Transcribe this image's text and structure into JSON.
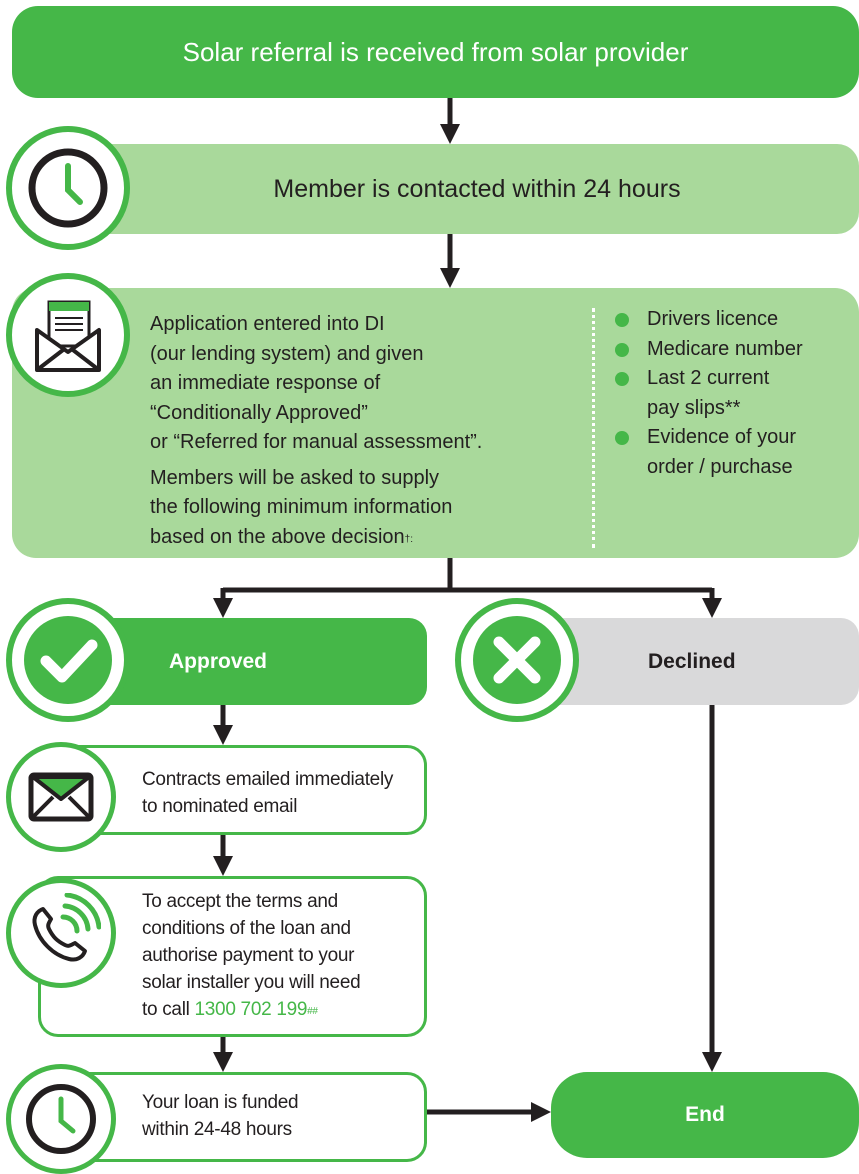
{
  "steps": {
    "received": "Solar referral is received from solar provider",
    "contacted": "Member is contacted within 24 hours",
    "application": {
      "line1": "Application entered into DI",
      "line2": "(our lending system) and given",
      "line3": "an immediate response of",
      "line4": "“Conditionally Approved”",
      "line5": "or “Referred for manual assessment”.",
      "line6": "Members will be asked to supply",
      "line7": "the following minimum information",
      "line8": "based on the above decision",
      "line8_mark": "†:"
    },
    "requirements": [
      {
        "label": "Drivers licence"
      },
      {
        "label": "Medicare number"
      },
      {
        "label": "Last 2 current",
        "label2": "pay slips**"
      },
      {
        "label": "Evidence of your",
        "label2": "order / purchase"
      }
    ],
    "approved": "Approved",
    "declined": "Declined",
    "emailed": {
      "line1": "Contracts emailed immediately",
      "line2": "to nominated email"
    },
    "accept": {
      "line1": "To accept the terms and",
      "line2": "conditions of the loan and",
      "line3": "authorise payment to your",
      "line4": "solar installer you will need",
      "line5_prefix": "to call ",
      "phone": "1300 702 199",
      "phone_mark": "##"
    },
    "funded": {
      "line1": "Your loan is funded",
      "line2": "within 24-48 hours"
    },
    "end": "End"
  },
  "colors": {
    "green": "#45b748",
    "light_green": "#a9d99b",
    "grey": "#d9d9da",
    "dark": "#231f20"
  },
  "icons": [
    "clock-icon",
    "envelope-letter-icon",
    "check-icon",
    "cross-icon",
    "envelope-icon",
    "phone-icon",
    "clock-icon"
  ]
}
